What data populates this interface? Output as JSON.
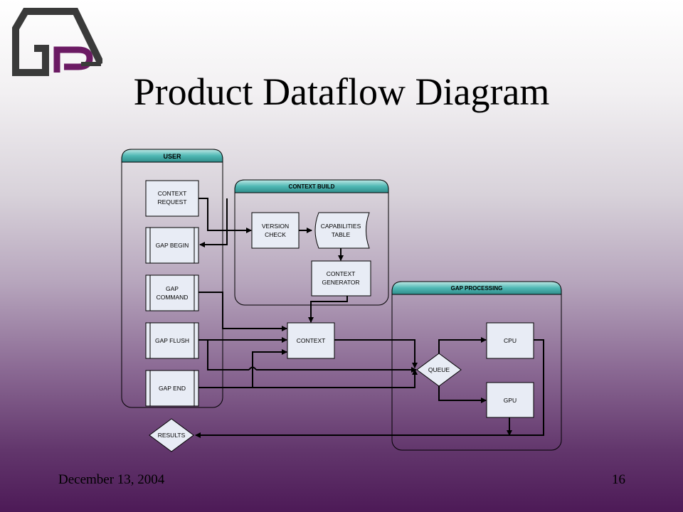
{
  "logo": {
    "text": "GAP",
    "colors": {
      "outline": "#3a3a3a",
      "letter_p": "#6b1a63"
    }
  },
  "title": "Product Dataflow Diagram",
  "swimlanes": {
    "user": "USER",
    "context_build": "CONTEXT BUILD",
    "gap_processing": "GAP PROCESSING"
  },
  "nodes": {
    "context_request": [
      "CONTEXT",
      "REQUEST"
    ],
    "gap_begin": [
      "GAP BEGIN"
    ],
    "gap_command": [
      "GAP",
      "COMMAND"
    ],
    "gap_flush": [
      "GAP FLUSH"
    ],
    "gap_end": [
      "GAP END"
    ],
    "version_check": [
      "VERSION",
      "CHECK"
    ],
    "capabilities_table": [
      "CAPABILITIES",
      "TABLE"
    ],
    "context_generator": [
      "CONTEXT",
      "GENERATOR"
    ],
    "context": [
      "CONTEXT"
    ],
    "queue": [
      "QUEUE"
    ],
    "cpu": [
      "CPU"
    ],
    "gpu": [
      "GPU"
    ],
    "results": [
      "RESULTS"
    ]
  },
  "colors": {
    "node_fill": "#e8ecf5",
    "lane_header": "#4fb8b4",
    "line": "#000000"
  },
  "footer": {
    "date": "December 13, 2004",
    "page": "16"
  }
}
